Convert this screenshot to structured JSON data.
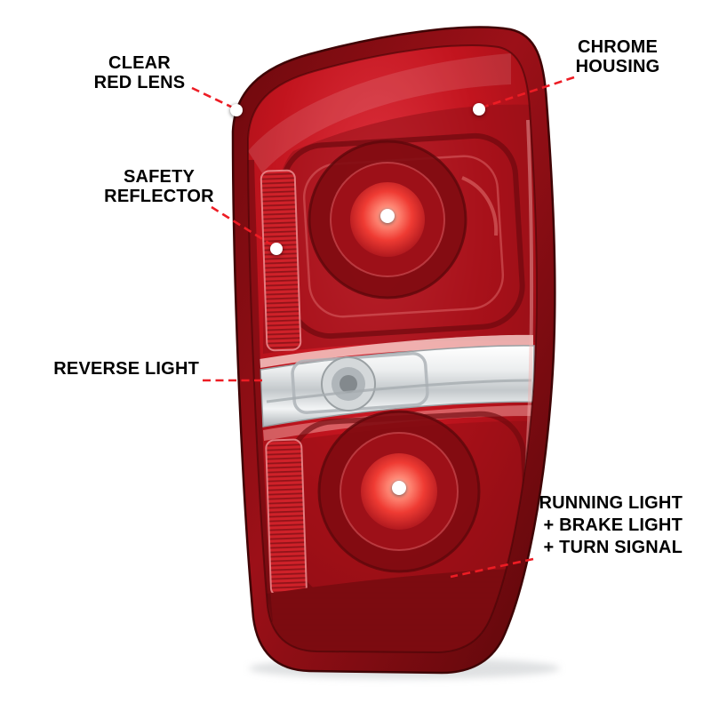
{
  "colors": {
    "background": "#ffffff",
    "callout_line": "#ed1c24",
    "callout_dot": "#ffffff",
    "label_text": "#000000",
    "lens_red": "#c2141e",
    "housing_dark_red": "#6d090d",
    "chrome": "#d9dcde"
  },
  "callouts": [
    {
      "id": "clear-red-lens",
      "lines": [
        "CLEAR",
        "RED LENS"
      ]
    },
    {
      "id": "chrome-housing",
      "lines": [
        "CHROME",
        "HOUSING"
      ]
    },
    {
      "id": "safety-reflector",
      "lines": [
        "SAFETY",
        "REFLECTOR"
      ]
    },
    {
      "id": "reverse-light",
      "lines": [
        "REVERSE LIGHT"
      ]
    },
    {
      "id": "running-brake-turn",
      "lines": [
        "RUNNING LIGHT",
        "+ BRAKE LIGHT",
        "+ TURN SIGNAL"
      ]
    }
  ]
}
